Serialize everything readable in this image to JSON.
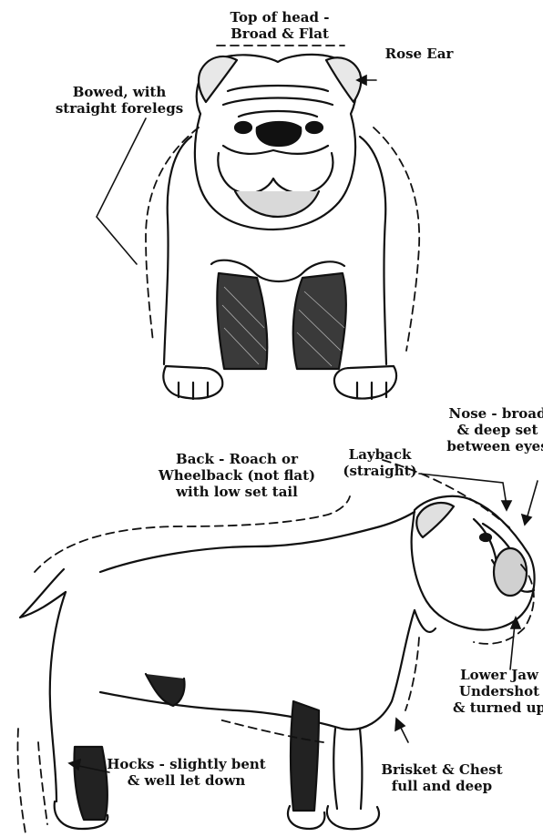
{
  "labels": {
    "top_of_head": [
      "Top of head -",
      "Broad & Flat"
    ],
    "rose_ear": [
      "Rose Ear"
    ],
    "bowed_forelegs": [
      "Bowed, with",
      "straight forelegs"
    ],
    "back": [
      "Back - Roach or",
      "Wheelback (not flat)",
      "with low set tail"
    ],
    "layback": [
      "Layback",
      "(straight)"
    ],
    "nose": [
      "Nose - broad",
      "& deep set",
      "between eyes"
    ],
    "lower_jaw": [
      "Lower Jaw",
      "Undershot",
      "& turned up"
    ],
    "hocks": [
      "Hocks - slightly bent",
      "& well let down"
    ],
    "brisket": [
      "Brisket & Chest",
      "full and deep"
    ]
  }
}
